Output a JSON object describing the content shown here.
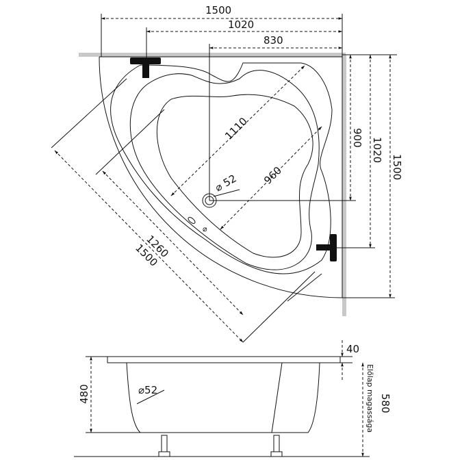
{
  "top_view": {
    "dim_width_total": "1500",
    "dim_width_1020": "1020",
    "dim_width_830": "830",
    "dim_height_900": "900",
    "dim_height_1020": "1020",
    "dim_height_total": "1500",
    "dim_diag_1110": "1110",
    "dim_diag_960": "960",
    "dim_drain": "⌀ 52",
    "dim_diag_1260": "1260",
    "dim_diag_1500": "1500",
    "small_drain_symbol": "⌀"
  },
  "side_view": {
    "dim_rim": "40",
    "dim_height_480": "480",
    "dim_drain": "⌀52",
    "dim_total_580": "580",
    "front_panel_label": "Előlap magassága"
  }
}
